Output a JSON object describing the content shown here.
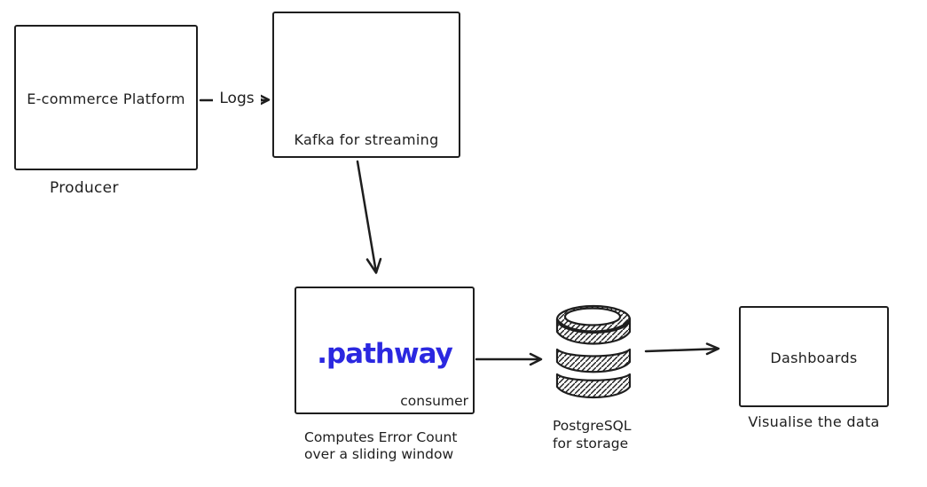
{
  "diagram": {
    "nodes": {
      "producer": {
        "title": "E-commerce Platform",
        "caption": "Producer",
        "icon": "laptop-icon"
      },
      "kafka": {
        "label": "Kafka for streaming",
        "icon": "kafka-logo-icon"
      },
      "consumer": {
        "logo_text": ".pathway",
        "role_label": "consumer",
        "caption_line1": "Computes Error Count",
        "caption_line2": "over a sliding window"
      },
      "postgres": {
        "label_line1": "PostgreSQL",
        "label_line2": "for storage",
        "icon": "database-icon"
      },
      "dashboards": {
        "title": "Dashboards",
        "caption": "Visualise the data"
      }
    },
    "edges": {
      "producer_to_kafka": {
        "label": "Logs"
      },
      "kafka_to_consumer": {
        "label": ""
      },
      "consumer_to_postgres": {
        "label": ""
      },
      "postgres_to_dashboards": {
        "label": ""
      }
    },
    "colors": {
      "stroke": "#1e1e1e",
      "pathway_blue": "#2b28e0",
      "background": "#ffffff"
    }
  }
}
